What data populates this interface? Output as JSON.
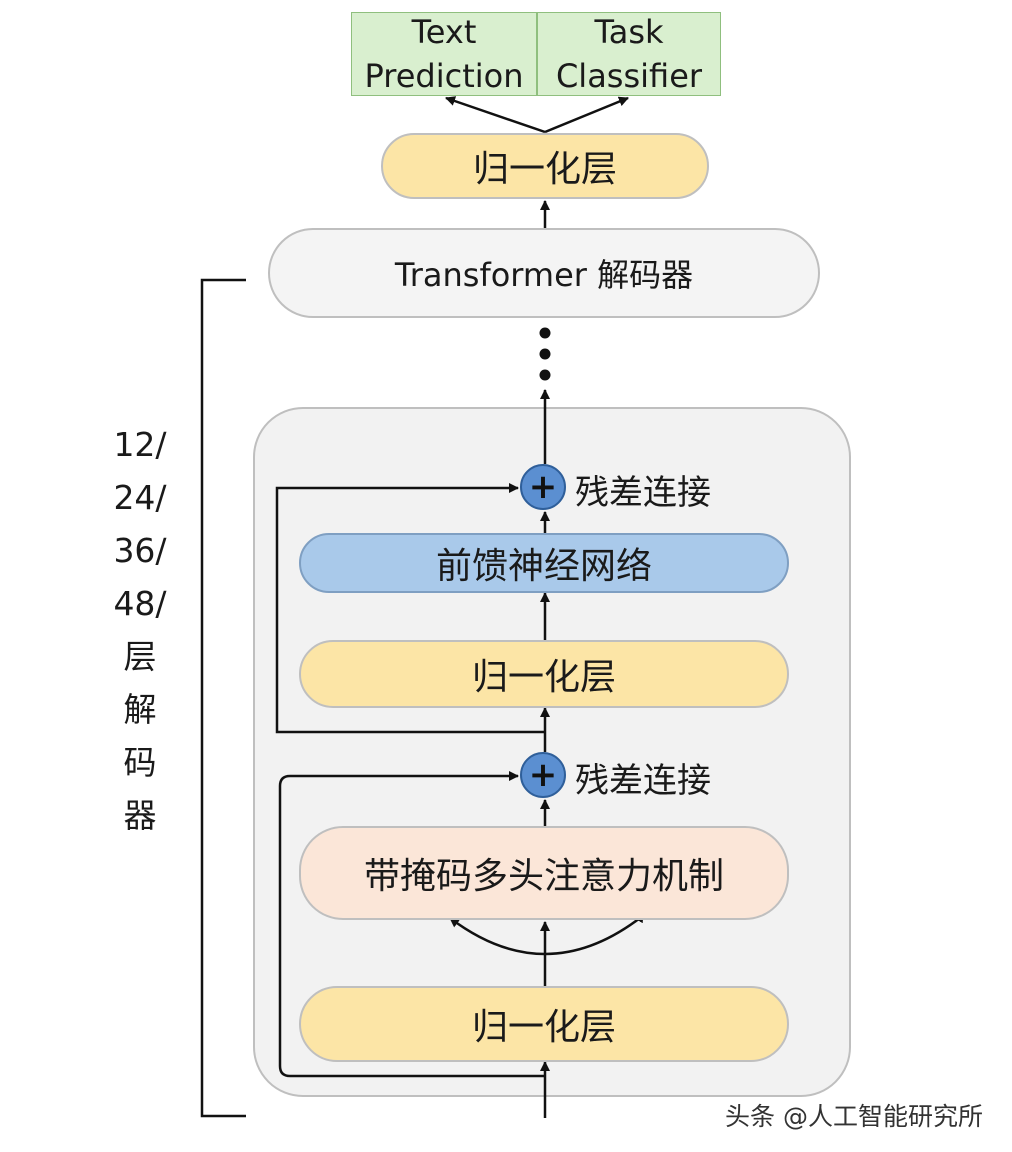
{
  "heads": {
    "text_prediction": "Text\nPrediction",
    "task_classifier": "Task\nClassifier"
  },
  "top_norm": "归一化层",
  "decoder_label": "Transformer 解码器",
  "block": {
    "residual_top": "残差连接",
    "ffn": "前馈神经网络",
    "norm_mid": "归一化层",
    "residual_bottom": "残差连接",
    "attention": "带掩码多头注意力机制",
    "norm_bottom": "归一化层",
    "plus_symbol": "+"
  },
  "layers_label": [
    "12/",
    "24/",
    "36/",
    "48/",
    "层",
    "解",
    "码",
    "器"
  ],
  "watermark": "头条 @人工智能研究所",
  "colors": {
    "head_fill": "#d9efcf",
    "norm_fill": "#fce5a6",
    "ffn_fill": "#a9c9ea",
    "attn_fill": "#fbe6d8",
    "plus_fill": "#5b8fd1"
  }
}
